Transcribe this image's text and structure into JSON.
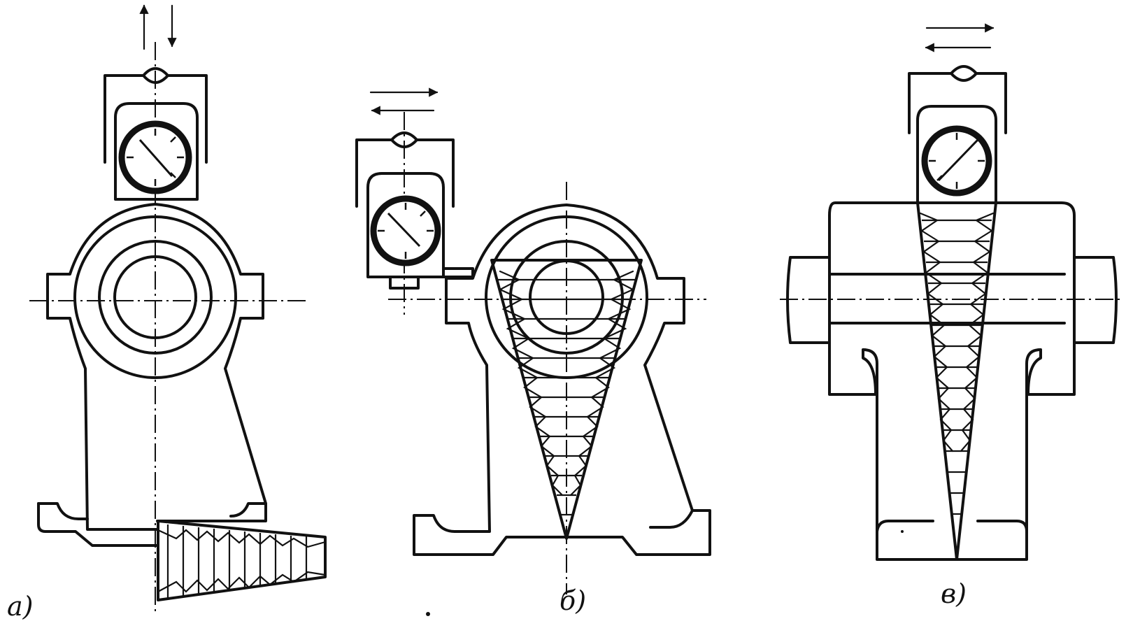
{
  "figure": {
    "panels": [
      {
        "id": "a",
        "label": "а)"
      },
      {
        "id": "b",
        "label": "б)"
      },
      {
        "id": "c",
        "label": "в)"
      }
    ]
  }
}
